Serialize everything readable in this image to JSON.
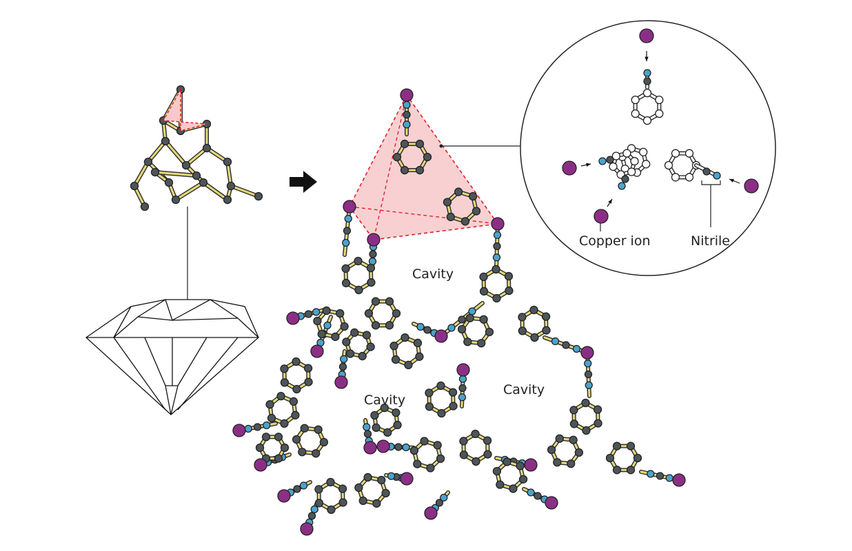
{
  "labels": {
    "cavity_1": "Cavity",
    "cavity_2": "Cavity",
    "cavity_3": "Cavity",
    "copper_ion": "Copper ion",
    "nitrile": "Nitrile"
  },
  "colors": {
    "copper": "#8b2f86",
    "nitrogen": "#4ba3cc",
    "carbon": "#4d5559",
    "bond": "#e3d67a",
    "tetrahedron_fill": "#f7c9cc",
    "tetrahedron_edge": "#e0202a"
  }
}
